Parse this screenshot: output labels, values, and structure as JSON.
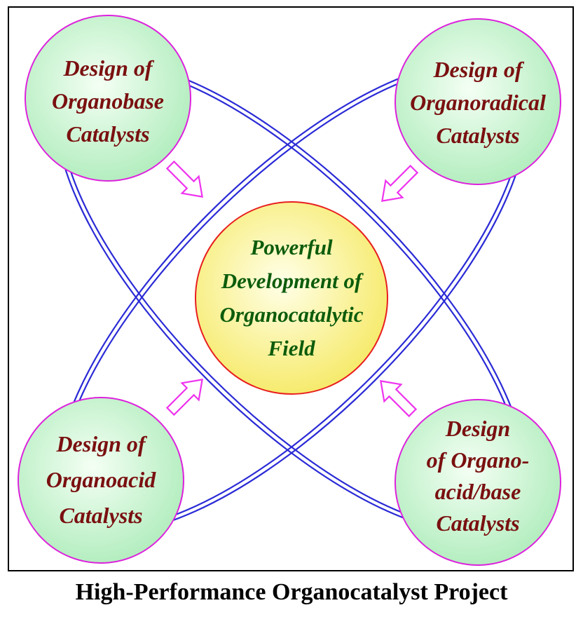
{
  "diagram": {
    "center": {
      "lines": [
        "Powerful",
        "Development of",
        "Organocatalytic",
        "Field"
      ],
      "text_color": "#0c5c0c",
      "fill_inner": "#ffffe8",
      "fill_outer": "#f6ea6a",
      "stroke": "#e81e1e"
    },
    "nodes": [
      {
        "id": "organobase",
        "lines": [
          "Design of",
          "Organobase",
          "Catalysts"
        ]
      },
      {
        "id": "organoradical",
        "lines": [
          "Design of",
          "Organoradical",
          "Catalysts"
        ]
      },
      {
        "id": "organoacid",
        "lines": [
          "Design of",
          "Organoacid",
          "Catalysts"
        ]
      },
      {
        "id": "organo-acid-base",
        "lines": [
          "Design",
          "of Organo-",
          "acid/base",
          "Catalysts"
        ]
      }
    ],
    "node_style": {
      "text_color": "#7a1010",
      "fill_inner": "#f4fff4",
      "fill_outer": "#b2edbe",
      "stroke": "#dd22dd"
    },
    "ellipse_color": "#2a2ad6",
    "arrow_color": "#ee33ee",
    "frame_color": "#000000"
  },
  "caption": "High-Performance Organocatalyst Project"
}
